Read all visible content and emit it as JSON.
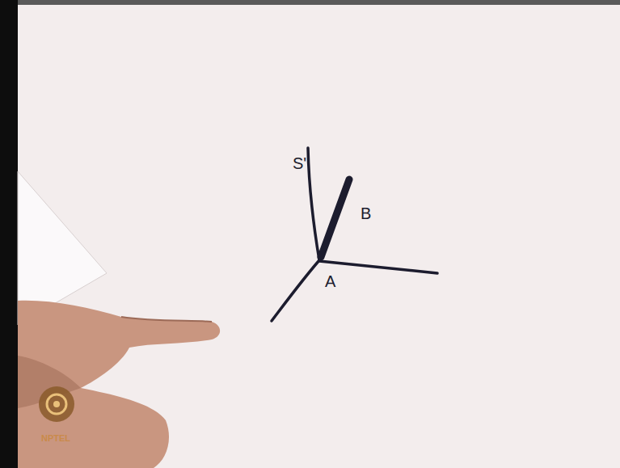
{
  "diagram": {
    "labels": [
      "S'",
      "B",
      "A",
      "NPTEL"
    ]
  }
}
